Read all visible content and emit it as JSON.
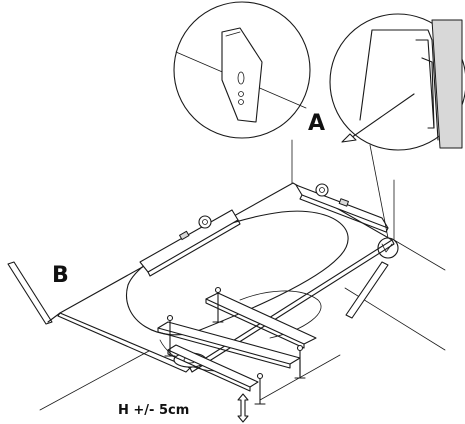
{
  "labels": {
    "a": "A",
    "b": "B",
    "height_adjust": "H +/- 5cm"
  },
  "colors": {
    "line": "#1a1a1a",
    "background": "#ffffff",
    "shade": "#d8d8d8"
  },
  "icons": {
    "height_adjust": "double-arrow-vertical-icon",
    "detail_a": "wall-bracket-detail",
    "detail_b": "bracket-hook-detail"
  }
}
